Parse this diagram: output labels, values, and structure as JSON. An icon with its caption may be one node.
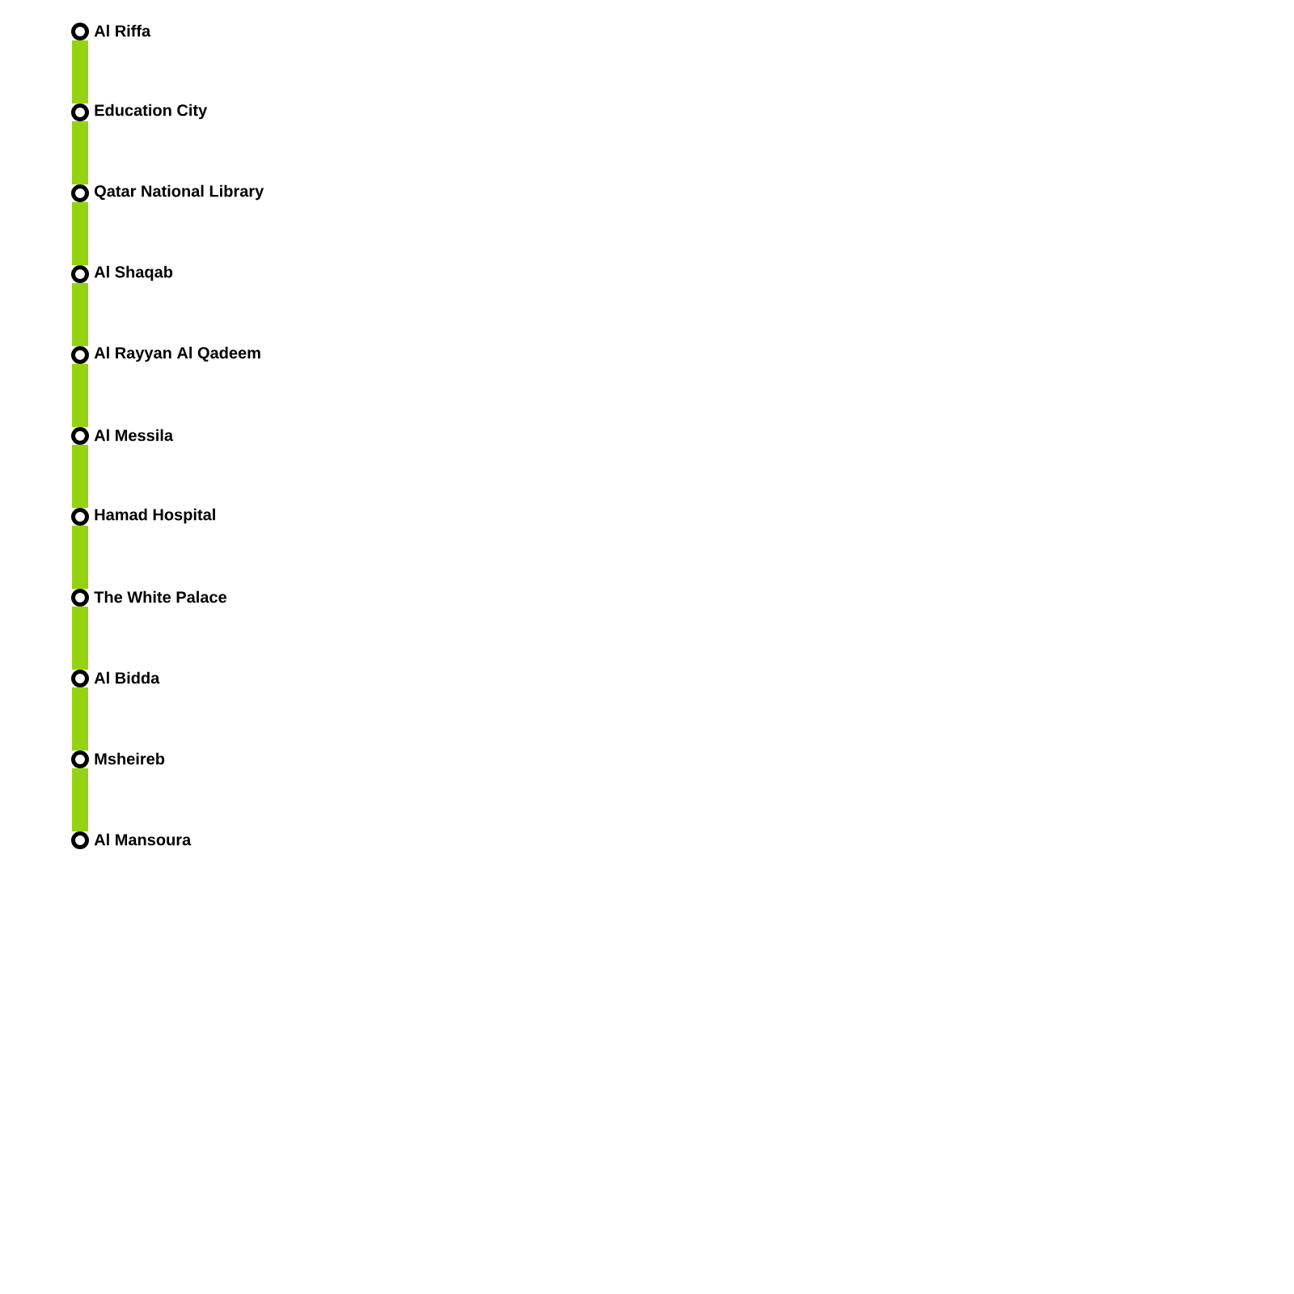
{
  "diagram": {
    "nodes": [
      {
        "text": [],
        "shape": "circle",
        "beside": [
          "Al Riffa"
        ]
      },
      {
        "text": [],
        "shape": "circle",
        "beside": [
          "Education City"
        ]
      },
      {
        "text": [],
        "shape": "circle",
        "beside": [
          "Qatar National Library"
        ]
      },
      {
        "text": [],
        "shape": "circle",
        "beside": [
          "Al Shaqab"
        ]
      },
      {
        "text": [],
        "shape": "circle",
        "beside": [
          "Al Rayyan Al Qadeem"
        ]
      },
      {
        "text": [],
        "shape": "circle",
        "beside": [
          "Al Messila"
        ]
      },
      {
        "text": [],
        "shape": "circle",
        "beside": [
          "Hamad Hospital"
        ]
      },
      {
        "text": [],
        "shape": "circle",
        "beside": [
          "The White Palace"
        ]
      },
      {
        "text": [],
        "shape": "circle",
        "beside": [
          "Al Bidda"
        ]
      },
      {
        "text": [],
        "shape": "circle",
        "beside": [
          "Msheireb"
        ]
      },
      {
        "text": [],
        "shape": "circle",
        "beside": [
          "Al Mansoura"
        ]
      }
    ],
    "edges": [
      {
        "from": 0,
        "to": 1,
        "arrow": "none"
      },
      {
        "from": 1,
        "to": 2,
        "arrow": "none"
      },
      {
        "from": 2,
        "to": 3,
        "arrow": "none"
      },
      {
        "from": 3,
        "to": 4,
        "arrow": "none"
      },
      {
        "from": 4,
        "to": 5,
        "arrow": "none"
      },
      {
        "from": 5,
        "to": 6,
        "arrow": "none"
      },
      {
        "from": 6,
        "to": 7,
        "arrow": "none"
      },
      {
        "from": 7,
        "to": 8,
        "arrow": "none"
      },
      {
        "from": 8,
        "to": 9,
        "arrow": "none"
      },
      {
        "from": 9,
        "to": 10,
        "arrow": "none"
      }
    ]
  }
}
